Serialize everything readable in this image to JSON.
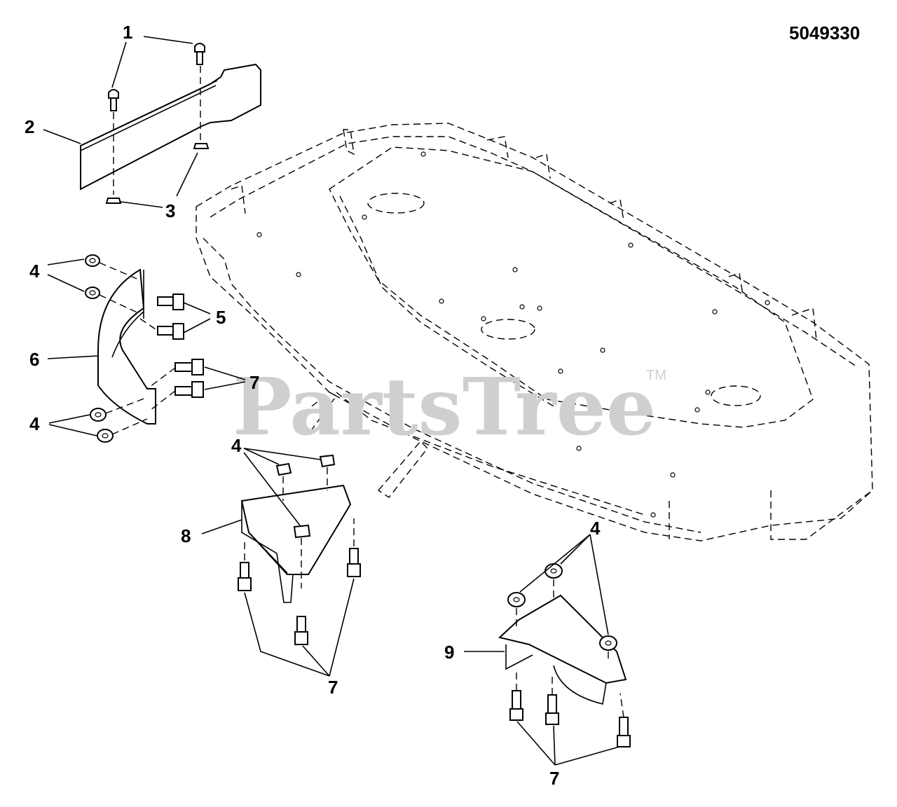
{
  "diagram_id": "5049330",
  "watermark": {
    "text": "PartsTree",
    "trademark": "TM"
  },
  "callouts": {
    "c1": "1",
    "c2": "2",
    "c3": "3",
    "c4a": "4",
    "c4b": "4",
    "c4c": "4",
    "c4d": "4",
    "c5": "5",
    "c6": "6",
    "c7a": "7",
    "c7b": "7",
    "c7c": "7",
    "c8": "8",
    "c9": "9"
  }
}
